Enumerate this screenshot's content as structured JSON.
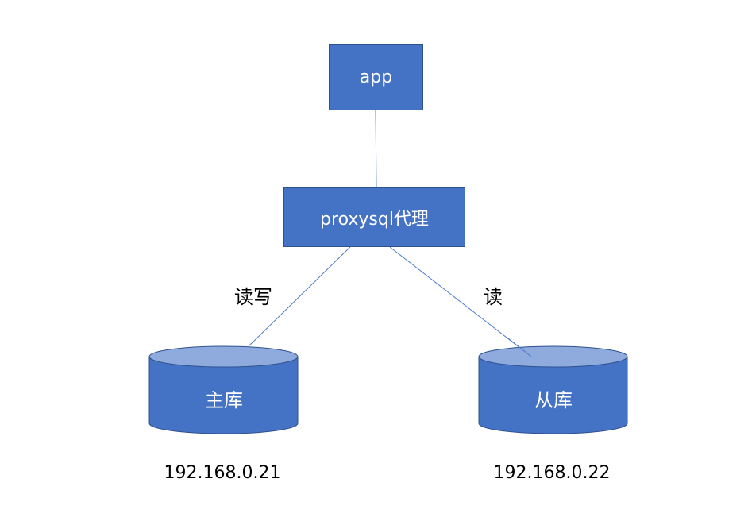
{
  "nodes": {
    "app": {
      "label": "app"
    },
    "proxy": {
      "label": "proxysql代理"
    },
    "master": {
      "label": "主库",
      "ip": "192.168.0.21"
    },
    "slave": {
      "label": "从库",
      "ip": "192.168.0.22"
    }
  },
  "edges": {
    "proxy_master": {
      "label": "读写"
    },
    "proxy_slave": {
      "label": "读"
    }
  },
  "colors": {
    "fill": "#4472c4",
    "border": "#2f528f",
    "cylinder_top": "#8faadc",
    "line": "#4a7bc9"
  }
}
